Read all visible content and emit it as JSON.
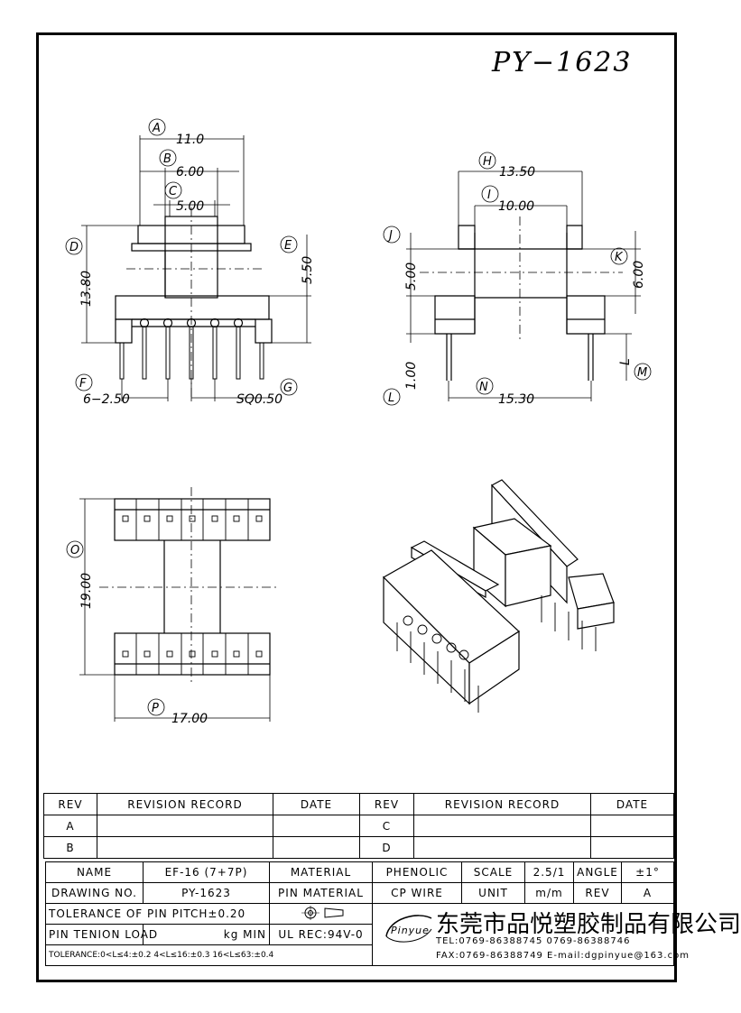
{
  "title": "PY−1623",
  "front_view": {
    "A": "A",
    "B": "B",
    "C": "C",
    "D": "D",
    "E": "E",
    "F": "F",
    "G": "G",
    "dim_A": "11.0",
    "dim_B": "6.00",
    "dim_C": "5.00",
    "dim_D": "13.80",
    "dim_E": "5.50",
    "dim_F": "6−2.50",
    "dim_G": "SQ0.50"
  },
  "side_view": {
    "H": "H",
    "I": "I",
    "J": "J",
    "K": "K",
    "L": "L",
    "M": "M",
    "N": "N",
    "dim_H": "13.50",
    "dim_I": "10.00",
    "dim_J": "5.00",
    "dim_K": "6.00",
    "dim_L": "1.00",
    "dim_M": "L",
    "dim_N": "15.30"
  },
  "bottom_view": {
    "O": "O",
    "P": "P",
    "dim_O": "19.00",
    "dim_P": "17.00"
  },
  "revision_table": {
    "headers": [
      "REV",
      "REVISION RECORD",
      "DATE",
      "REV",
      "REVISION RECORD",
      "DATE"
    ],
    "rows": [
      [
        "A",
        "",
        "",
        "C",
        "",
        ""
      ],
      [
        "B",
        "",
        "",
        "D",
        "",
        ""
      ]
    ]
  },
  "spec_table": {
    "name_label": "NAME",
    "name_value": "EF-16 (7+7P)",
    "material_label": "MATERIAL",
    "material_value": "PHENOLIC",
    "scale_label": "SCALE",
    "scale_value": "2.5/1",
    "angle_label": "ANGLE",
    "angle_value": "±1°",
    "drawing_label": "DRAWING NO.",
    "drawing_value": "PY-1623",
    "pin_material_label": "PIN MATERIAL",
    "pin_material_value": "CP WIRE",
    "unit_label": "UNIT",
    "unit_value": "m/m",
    "rev_label": "REV",
    "rev_value": "A",
    "tolerance_pitch": "TOLERANCE OF PIN PITCH±0.20",
    "pin_tension_label": "PIN TENION LOAD",
    "pin_tension_value": "kg MIN",
    "ul_rec": "UL REC:94V-0",
    "tolerance_line": "TOLERANCE:0<L≤4:±0.2  4<L≤16:±0.3  16<L≤63:±0.4",
    "company_name": "东莞市品悦塑胶制品有限公司",
    "tel": "TEL:0769-86388745    0769-86388746",
    "fax": "FAX:0769-86388749   E-mail:dgpinyue@163.com",
    "logo_text": "Pinyue"
  }
}
